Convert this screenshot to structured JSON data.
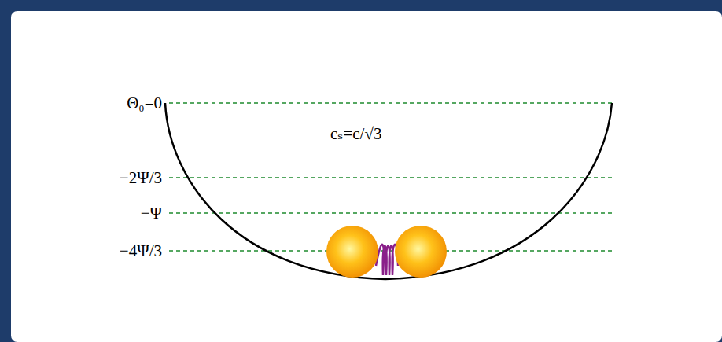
{
  "diagram": {
    "labels": [
      "Θ₀=0",
      "cₛ=c/√3",
      "−2Ψ/3",
      "−Ψ",
      "−4Ψ/3"
    ]
  }
}
